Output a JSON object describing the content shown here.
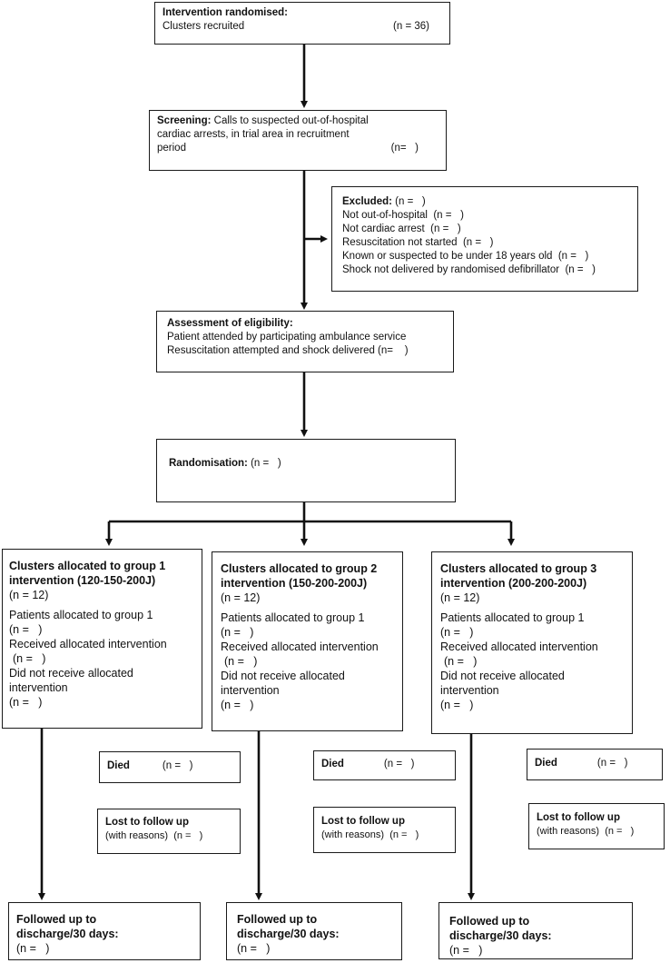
{
  "intervention": {
    "title": "Intervention randomised:",
    "label": "Clusters recruited",
    "count": "(n = 36)"
  },
  "screening": {
    "title": "Screening:",
    "line1_rest": "Calls to suspected out-of-hospital",
    "line2": "cardiac arrests, in trial area in recruitment",
    "line3": "period",
    "count": "(n=   )"
  },
  "excluded": {
    "title": "Excluded:",
    "title_count": "(n =   )",
    "items": [
      "Not out-of-hospital  (n =   )",
      "Not cardiac arrest  (n =   )",
      "Resuscitation not started  (n =   )",
      "Known or suspected to be under 18 years old  (n =   )",
      "Shock not delivered by randomised defibrillator  (n =   )"
    ]
  },
  "eligibility": {
    "title": "Assessment of eligibility:",
    "line1": "Patient attended by participating ambulance service",
    "line2": "Resuscitation attempted and shock delivered (n=    )"
  },
  "randomisation": {
    "title": "Randomisation:",
    "count": "(n =   )"
  },
  "groups": [
    {
      "title1": "Clusters allocated to group 1",
      "title2": "intervention (120-150-200J)",
      "clusters": "(n = 12)",
      "patients": "Patients allocated to group 1",
      "patients_n": "(n =   )",
      "received": "Received allocated intervention",
      "received_n": "(n =   )",
      "not_received1": "Did not receive allocated",
      "not_received2": "intervention",
      "not_received_n": "(n =   )",
      "died": "Died",
      "died_n": "(n =   )",
      "lost": "Lost to follow up",
      "lost_sub": "(with reasons)  (n =   )",
      "followed1": "Followed up to",
      "followed2": "discharge/30 days:",
      "followed_n": "(n =   )"
    },
    {
      "title1": "Clusters allocated to group 2",
      "title2": "intervention (150-200-200J)",
      "clusters": "(n = 12)",
      "patients": "Patients allocated to group 1",
      "patients_n": "(n =   )",
      "received": "Received allocated intervention",
      "received_n": "(n =   )",
      "not_received1": "Did not receive allocated",
      "not_received2": "intervention",
      "not_received_n": "(n =   )",
      "died": "Died",
      "died_n": "(n =   )",
      "lost": "Lost to follow up",
      "lost_sub": "(with reasons)  (n =   )",
      "followed1": "Followed up to",
      "followed2": "discharge/30 days:",
      "followed_n": "(n =   )"
    },
    {
      "title1": "Clusters allocated to group 3",
      "title2": "intervention (200-200-200J)",
      "clusters": "(n = 12)",
      "patients": "Patients allocated to group 1",
      "patients_n": "(n =   )",
      "received": "Received allocated intervention",
      "received_n": "(n =   )",
      "not_received1": "Did not receive allocated",
      "not_received2": "intervention",
      "not_received_n": "(n =   )",
      "died": "Died",
      "died_n": "(n =   )",
      "lost": "Lost to follow up",
      "lost_sub": "(with reasons)  (n =   )",
      "followed1": "Followed up to",
      "followed2": "discharge/30 days:",
      "followed_n": "(n =   )"
    }
  ]
}
